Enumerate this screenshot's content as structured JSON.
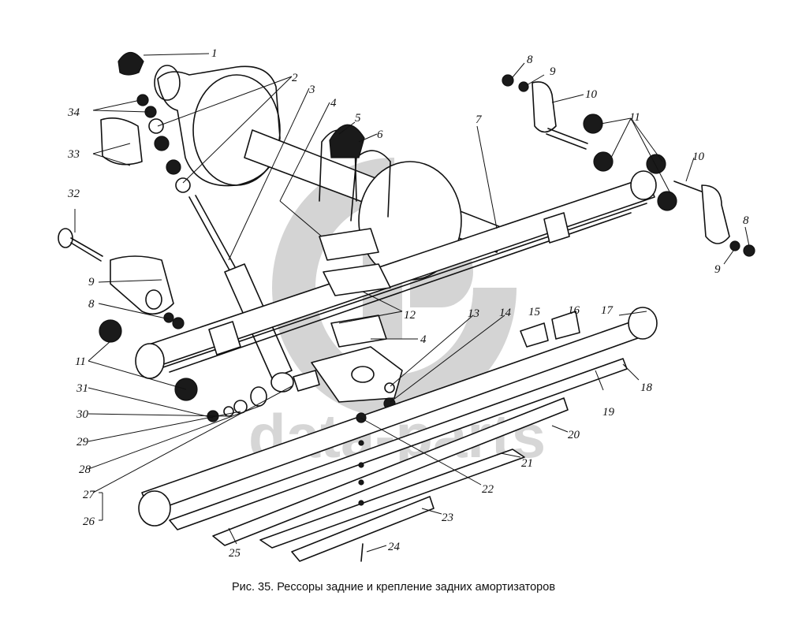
{
  "figure": {
    "caption": "Рис. 35. Рессоры задние и крепление задних амортизаторов",
    "watermark_text": "data-parts",
    "watermark_logo": "gb-logo"
  },
  "callouts": [
    {
      "id": "c1",
      "label": "1",
      "part": "bump-stop"
    },
    {
      "id": "c2",
      "label": "2",
      "part": "shock-absorber-bracket-bushings"
    },
    {
      "id": "c3",
      "label": "3",
      "part": "shock-absorber"
    },
    {
      "id": "c4a",
      "label": "4",
      "part": "spring-pad-upper"
    },
    {
      "id": "c4b",
      "label": "4",
      "part": "spring-pad-lower"
    },
    {
      "id": "c5",
      "label": "5",
      "part": "u-bolt"
    },
    {
      "id": "c6",
      "label": "6",
      "part": "bump-stop-pad"
    },
    {
      "id": "c7",
      "label": "7",
      "part": "rear-leaf-spring"
    },
    {
      "id": "c8a",
      "label": "8",
      "part": "nut-top"
    },
    {
      "id": "c8b",
      "label": "8",
      "part": "nut-right"
    },
    {
      "id": "c8c",
      "label": "8",
      "part": "nut-left"
    },
    {
      "id": "c9a",
      "label": "9",
      "part": "washer-top"
    },
    {
      "id": "c9b",
      "label": "9",
      "part": "washer-right"
    },
    {
      "id": "c9c",
      "label": "9",
      "part": "washer-left"
    },
    {
      "id": "c10a",
      "label": "10",
      "part": "shackle-outer"
    },
    {
      "id": "c10b",
      "label": "10",
      "part": "shackle-inner"
    },
    {
      "id": "c11a",
      "label": "11",
      "part": "rubber-bushings-shackle"
    },
    {
      "id": "c11b",
      "label": "11",
      "part": "rubber-bushings-front"
    },
    {
      "id": "c12",
      "label": "12",
      "part": "spring-pad-plates"
    },
    {
      "id": "c13",
      "label": "13",
      "part": "spring-washer"
    },
    {
      "id": "c14",
      "label": "14",
      "part": "u-bolt-nut"
    },
    {
      "id": "c15",
      "label": "15",
      "part": "clip-insert"
    },
    {
      "id": "c16",
      "label": "16",
      "part": "spring-clip"
    },
    {
      "id": "c17",
      "label": "17",
      "part": "main-leaf"
    },
    {
      "id": "c18",
      "label": "18",
      "part": "leaf-2"
    },
    {
      "id": "c19",
      "label": "19",
      "part": "clip-rivet"
    },
    {
      "id": "c20",
      "label": "20",
      "part": "leaf-3"
    },
    {
      "id": "c21",
      "label": "21",
      "part": "leaf-4"
    },
    {
      "id": "c22",
      "label": "22",
      "part": "center-bolt-nut"
    },
    {
      "id": "c23",
      "label": "23",
      "part": "leaf-5"
    },
    {
      "id": "c24",
      "label": "24",
      "part": "center-bolt"
    },
    {
      "id": "c25",
      "label": "25",
      "part": "leaf-clip"
    },
    {
      "id": "c26",
      "label": "26",
      "part": "spring-assembly"
    },
    {
      "id": "c27",
      "label": "27",
      "part": "shock-absorber-pin"
    },
    {
      "id": "c28",
      "label": "28",
      "part": "shock-bushing"
    },
    {
      "id": "c29",
      "label": "29",
      "part": "washer"
    },
    {
      "id": "c30",
      "label": "30",
      "part": "spring-washer-small"
    },
    {
      "id": "c31",
      "label": "31",
      "part": "nut-small"
    },
    {
      "id": "c32",
      "label": "32",
      "part": "front-eye-bolt"
    },
    {
      "id": "c33",
      "label": "33",
      "part": "shock-upper-cushions"
    },
    {
      "id": "c34",
      "label": "34",
      "part": "shock-upper-nuts"
    }
  ]
}
